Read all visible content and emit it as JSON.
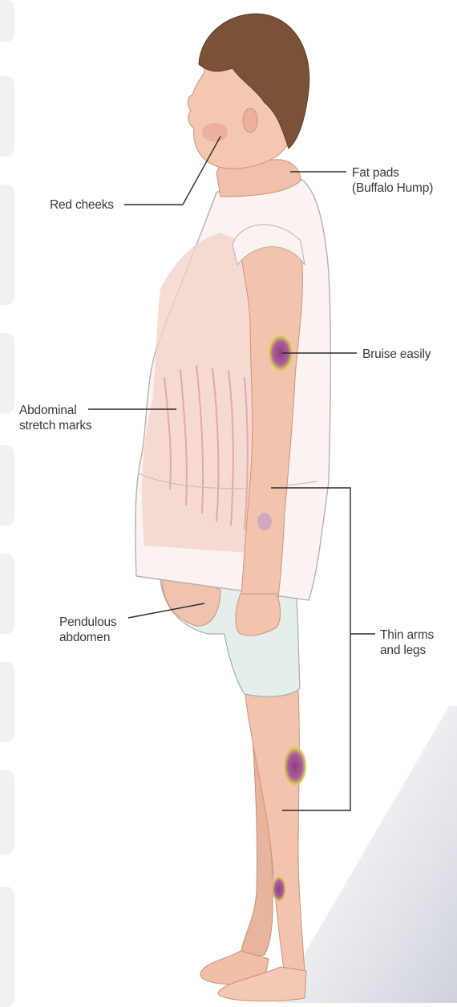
{
  "labels": {
    "red_cheeks": "Red cheeks",
    "fat_pads": "Fat pads\n(Buffalo Hump)",
    "bruise": "Bruise easily",
    "stretch_marks": "Abdominal\nstretch marks",
    "pendulous": "Pendulous\nabdomen",
    "thin_limbs": "Thin arms\nand legs"
  },
  "colors": {
    "skin": "#f2c4ae",
    "skin_shade": "#dfa18a",
    "hair": "#7a5238",
    "shirt": "#fbf3f1",
    "shorts": "#e4eeea",
    "bruise": "#9c4f8c",
    "bruise_ring": "#e7d15a",
    "line": "#2b2b2b"
  }
}
